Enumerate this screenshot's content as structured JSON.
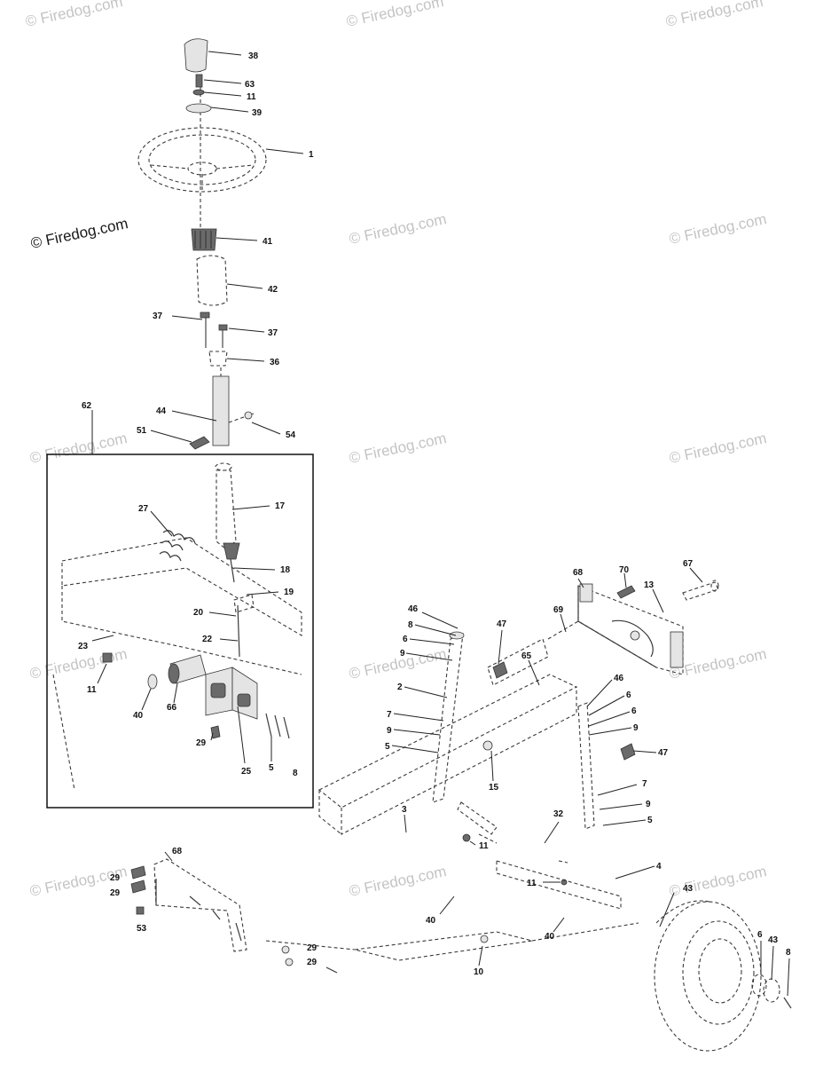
{
  "watermark": "© Firedog.com",
  "callouts": {
    "c38": "38",
    "c63": "63",
    "c11a": "11",
    "c39": "39",
    "c1": "1",
    "c41": "41",
    "c42": "42",
    "c37a": "37",
    "c37b": "37",
    "c36": "36",
    "c44": "44",
    "c51": "51",
    "c54": "54",
    "c62": "62",
    "c17": "17",
    "c27": "27",
    "c18": "18",
    "c19": "19",
    "c20": "20",
    "c22": "22",
    "c23": "23",
    "c11b": "11",
    "c40a": "40",
    "c66": "66",
    "c29a": "29",
    "c25": "25",
    "c5a": "5",
    "c8a": "8",
    "c68a": "68",
    "c70": "70",
    "c67": "67",
    "c13": "13",
    "c69": "69",
    "c46a": "46",
    "c8b": "8",
    "c6a": "6",
    "c9a": "9",
    "c47a": "47",
    "c65": "65",
    "c2": "2",
    "c7a": "7",
    "c9b": "9",
    "c5b": "5",
    "c15": "15",
    "c46b": "46",
    "c6b": "6",
    "c6c": "6",
    "c9c": "9",
    "c47b": "47",
    "c7b": "7",
    "c9d": "9",
    "c5c": "5",
    "c3": "3",
    "c32": "32",
    "c11c": "11",
    "c11d": "11",
    "c4": "4",
    "c68b": "68",
    "c29b": "29",
    "c29c": "29",
    "c53": "53",
    "c40b": "40",
    "c40c": "40",
    "c29d": "29",
    "c29e": "29",
    "c10": "10",
    "c43a": "43",
    "c6d": "6",
    "c43b": "43",
    "c8c": "8"
  }
}
